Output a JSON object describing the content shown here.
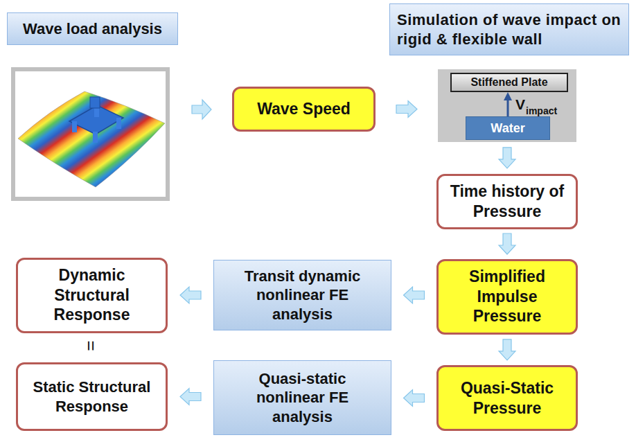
{
  "diagram": {
    "nodes": [
      {
        "text": [
          "Wave load analysis"
        ]
      },
      {
        "text": [
          "Simulation of wave impact on rigid & flexible wall"
        ]
      },
      {
        "text": [
          "Wave Speed"
        ]
      },
      {
        "text": [
          "V",
          "impact"
        ]
      },
      {
        "text": [
          "Stiffened Plate"
        ],
        "in": 3
      },
      {
        "text": [
          "Water"
        ],
        "in": 3
      },
      {
        "text": [
          "Time history of Pressure"
        ]
      },
      {
        "text": [
          "Simplified Impulse Pressure"
        ]
      },
      {
        "text": [
          "Transit dynamic nonlinear FE analysis"
        ]
      },
      {
        "text": [
          "Dynamic Structural Response"
        ]
      },
      {
        "text": [
          "Quasi-Static Pressure"
        ]
      },
      {
        "text": [
          "Quasi-static nonlinear FE analysis"
        ]
      },
      {
        "text": [
          "Static Structural Response"
        ]
      }
    ],
    "edges": [
      {
        "from": 2,
        "to": 3,
        "arrow": "to"
      },
      {
        "from": 5,
        "to": 4,
        "arrow": "to"
      },
      {
        "from": 3,
        "to": 6,
        "arrow": "to"
      },
      {
        "from": 6,
        "to": 7,
        "arrow": "to"
      },
      {
        "from": 7,
        "to": 8,
        "arrow": "to"
      },
      {
        "from": 8,
        "to": 9,
        "arrow": "to"
      },
      {
        "from": 7,
        "to": 10,
        "arrow": "to"
      },
      {
        "from": 10,
        "to": 11,
        "arrow": "to"
      },
      {
        "from": 11,
        "to": 12,
        "arrow": "to"
      }
    ],
    "labels": [
      "="
    ]
  }
}
